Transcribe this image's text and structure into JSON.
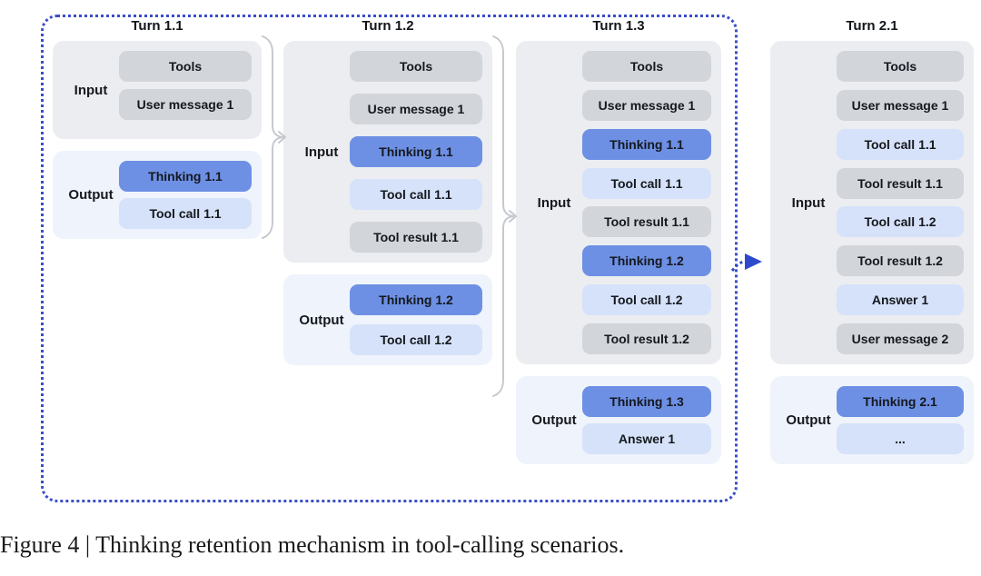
{
  "figure_caption": "Figure 4 | Thinking retention mechanism in tool-calling scenarios.",
  "colors": {
    "frame_blue": "#3a4ec5",
    "arrow_blue": "#2d49cc",
    "thinking_box": "#6d90e5",
    "toolcall_box": "#d6e2f9",
    "gray_box": "#d2d5da",
    "input_panel_bg": "#ebedf0",
    "output_panel_bg": "#eff3fb",
    "brace_gray": "#c5c9cf"
  },
  "turns": [
    {
      "title": "Turn 1.1",
      "input_label": "Input",
      "output_label": "Output",
      "input": [
        {
          "label": "Tools",
          "type": "gray"
        },
        {
          "label": "User message 1",
          "type": "gray"
        }
      ],
      "output": [
        {
          "label": "Thinking 1.1",
          "type": "thinking"
        },
        {
          "label": "Tool call 1.1",
          "type": "toolcall"
        }
      ]
    },
    {
      "title": "Turn 1.2",
      "input_label": "Input",
      "output_label": "Output",
      "input": [
        {
          "label": "Tools",
          "type": "gray"
        },
        {
          "label": "User message 1",
          "type": "gray"
        },
        {
          "label": "Thinking 1.1",
          "type": "thinking"
        },
        {
          "label": "Tool call 1.1",
          "type": "toolcall"
        },
        {
          "label": "Tool result 1.1",
          "type": "gray"
        }
      ],
      "output": [
        {
          "label": "Thinking 1.2",
          "type": "thinking"
        },
        {
          "label": "Tool call 1.2",
          "type": "toolcall"
        }
      ]
    },
    {
      "title": "Turn 1.3",
      "input_label": "Input",
      "output_label": "Output",
      "input": [
        {
          "label": "Tools",
          "type": "gray"
        },
        {
          "label": "User message 1",
          "type": "gray"
        },
        {
          "label": "Thinking 1.1",
          "type": "thinking"
        },
        {
          "label": "Tool call 1.1",
          "type": "toolcall"
        },
        {
          "label": "Tool result 1.1",
          "type": "gray"
        },
        {
          "label": "Thinking 1.2",
          "type": "thinking"
        },
        {
          "label": "Tool call 1.2",
          "type": "toolcall"
        },
        {
          "label": "Tool result 1.2",
          "type": "gray"
        }
      ],
      "output": [
        {
          "label": "Thinking 1.3",
          "type": "thinking"
        },
        {
          "label": "Answer 1",
          "type": "toolcall"
        }
      ]
    },
    {
      "title": "Turn 2.1",
      "input_label": "Input",
      "output_label": "Output",
      "input": [
        {
          "label": "Tools",
          "type": "gray"
        },
        {
          "label": "User message 1",
          "type": "gray"
        },
        {
          "label": "Tool call 1.1",
          "type": "toolcall"
        },
        {
          "label": "Tool result 1.1",
          "type": "gray"
        },
        {
          "label": "Tool call 1.2",
          "type": "toolcall"
        },
        {
          "label": "Tool result 1.2",
          "type": "gray"
        },
        {
          "label": "Answer 1",
          "type": "toolcall"
        },
        {
          "label": "User message 2",
          "type": "gray"
        }
      ],
      "output": [
        {
          "label": "Thinking 2.1",
          "type": "thinking"
        },
        {
          "label": "...",
          "type": "toolcall"
        }
      ]
    }
  ]
}
